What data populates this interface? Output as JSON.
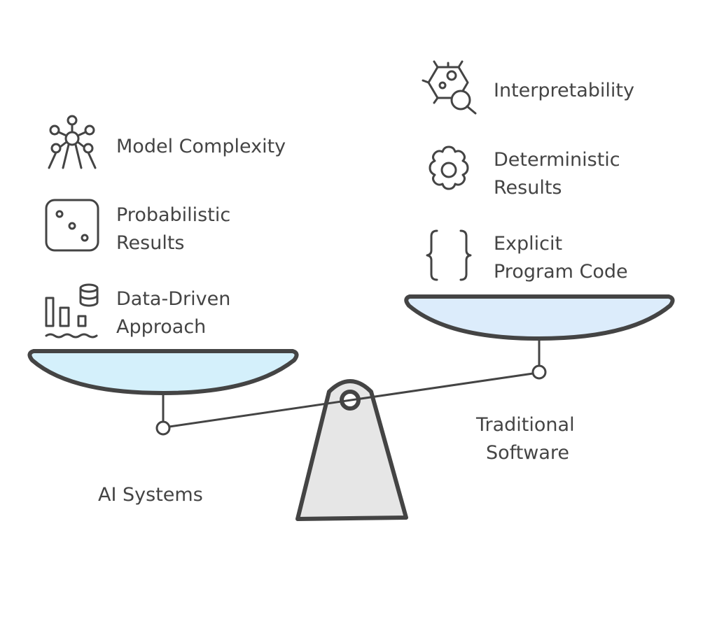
{
  "left_side": {
    "title": "AI Systems",
    "items": [
      {
        "icon": "network-atom-icon",
        "lines": [
          "Model Complexity"
        ]
      },
      {
        "icon": "dice-icon",
        "lines": [
          "Probabilistic",
          "Results"
        ]
      },
      {
        "icon": "data-chart-database-icon",
        "lines": [
          "Data-Driven",
          "Approach"
        ]
      }
    ],
    "pan_color": "#d4f0fb"
  },
  "right_side": {
    "title_lines": [
      "Traditional",
      "Software"
    ],
    "items": [
      {
        "icon": "bug-magnifier-icon",
        "lines": [
          "Interpretability"
        ]
      },
      {
        "icon": "gear-icon",
        "lines": [
          "Deterministic",
          "Results"
        ]
      },
      {
        "icon": "curly-braces-icon",
        "lines": [
          "Explicit",
          "Program Code"
        ]
      }
    ],
    "pan_color": "#dcecfb"
  },
  "fulcrum_color": "#e6e6e6",
  "stroke_color": "#444444"
}
